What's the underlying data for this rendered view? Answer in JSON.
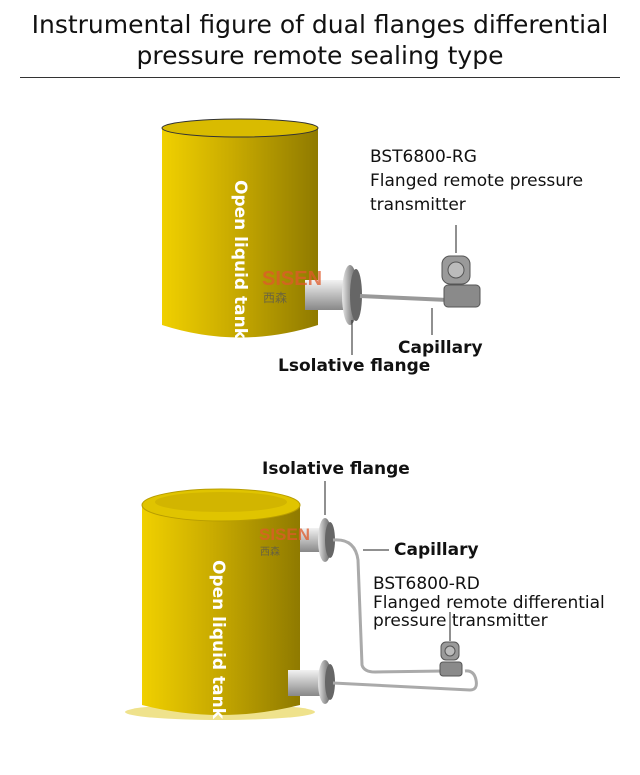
{
  "title": {
    "line1": "Instrumental figure of dual flanges differential",
    "line2": "pressure remote sealing type"
  },
  "diagram1": {
    "tank_label": "Open liquid tank",
    "model": "BST6800-RG",
    "desc_line1": "Flanged remote pressure",
    "desc_line2": "transmitter",
    "capillary_label": "Capillary",
    "flange_label": "Lsolative flange"
  },
  "diagram2": {
    "tank_label": "Open liquid tank",
    "flange_label": "Isolative flange",
    "capillary_label": "Capillary",
    "model": "BST6800-RD",
    "desc_line1": "Flanged remote differential",
    "desc_line2": "pressure transmitter"
  },
  "watermark": {
    "brand": "SISEN",
    "chinese": "西森"
  },
  "colors": {
    "tank": "#d4b400",
    "tank_dark": "#9e8600",
    "steel": "#b8b8b8"
  }
}
